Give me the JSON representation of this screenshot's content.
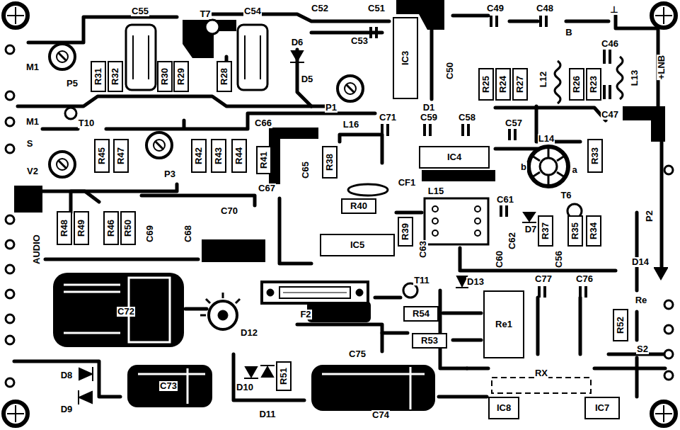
{
  "diagram": {
    "nodes": [
      {
        "text": [
          "R31"
        ]
      },
      {
        "text": [
          "R32"
        ]
      },
      {
        "text": [
          "R30"
        ]
      },
      {
        "text": [
          "R29"
        ]
      },
      {
        "text": [
          "R28"
        ]
      },
      {
        "text": [
          "IC3"
        ]
      },
      {
        "text": [
          "R25"
        ]
      },
      {
        "text": [
          "R24"
        ]
      },
      {
        "text": [
          "R27"
        ]
      },
      {
        "text": [
          "R26"
        ]
      },
      {
        "text": [
          "R23"
        ]
      },
      {
        "text": [
          "R45"
        ]
      },
      {
        "text": [
          "R47"
        ]
      },
      {
        "text": [
          "R42"
        ]
      },
      {
        "text": [
          "R43"
        ]
      },
      {
        "text": [
          "R44"
        ]
      },
      {
        "text": [
          "R41"
        ]
      },
      {
        "text": [
          "R38"
        ]
      },
      {
        "text": [
          "IC4"
        ]
      },
      {
        "text": [
          "R33"
        ]
      },
      {
        "text": [
          "R40"
        ]
      },
      {
        "text": [
          "R48"
        ]
      },
      {
        "text": [
          "R49"
        ]
      },
      {
        "text": [
          "R46"
        ]
      },
      {
        "text": [
          "R50"
        ]
      },
      {
        "text": [
          "R39"
        ]
      },
      {
        "text": [
          "IC5"
        ]
      },
      {
        "text": [
          "R37"
        ]
      },
      {
        "text": [
          "R35"
        ]
      },
      {
        "text": [
          "R34"
        ]
      },
      {
        "text": [
          "Re1"
        ]
      },
      {
        "text": [
          "R54"
        ]
      },
      {
        "text": [
          "R52"
        ]
      },
      {
        "text": [
          "R53"
        ]
      },
      {
        "text": [
          "R51"
        ]
      },
      {
        "text": [
          "IC8"
        ]
      },
      {
        "text": [
          "IC7"
        ]
      }
    ],
    "labels": [
      "C55",
      "T7",
      "C54",
      "C52",
      "C51",
      "C49",
      "C48",
      "B",
      "⊥",
      "C46",
      "L13",
      "+LNB",
      "M1",
      "P5",
      "D6",
      "C53",
      "D5",
      "P1",
      "D1",
      "C50",
      "L12",
      "C47",
      "T10",
      "M1",
      "S",
      "V2",
      "C71",
      "C59",
      "C58",
      "C57",
      "L16",
      "C66",
      "P3",
      "C65",
      "C67",
      "CF1",
      "L14",
      "b",
      "a",
      "L15",
      "C61",
      "T6",
      "D7",
      "C62",
      "C63",
      "C60",
      "C56",
      "P2",
      "C70",
      "C69",
      "C68",
      "AUDIO",
      "C72",
      "F2",
      "T11",
      "D13",
      "C77",
      "C76",
      "D14",
      "Re",
      "S2",
      "D12",
      "C75",
      "D8",
      "D9",
      "D10",
      "D11",
      "C73",
      "C74",
      "RX"
    ]
  }
}
